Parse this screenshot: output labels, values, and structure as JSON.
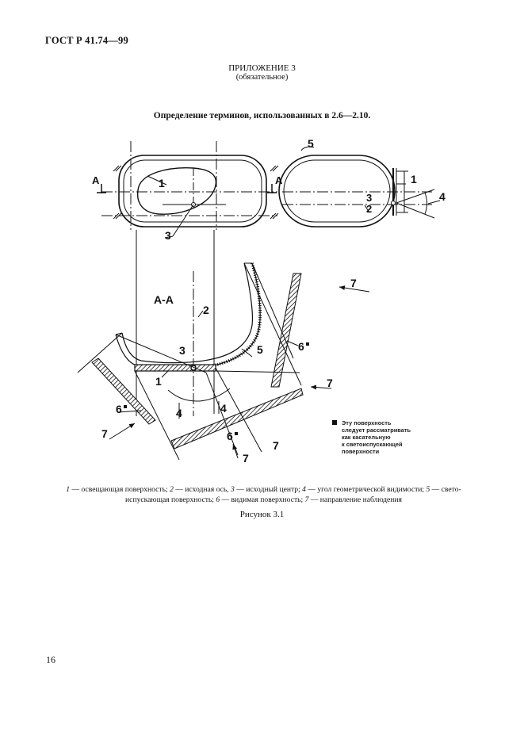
{
  "page": {
    "header": "ГОСТ Р 41.74—99",
    "appendix_title": "ПРИЛОЖЕНИЕ 3",
    "appendix_subtitle": "(обязательное)",
    "section_title": "Определение терминов, использованных в 2.6—2.10.",
    "figure_label": "Рисунок 3.1",
    "page_number": "16"
  },
  "figure": {
    "section_mark": "A",
    "section_label": "A-A",
    "numbers": {
      "n1": "1",
      "n2": "2",
      "n3": "3",
      "n4": "4",
      "n5": "5",
      "n6": "6",
      "n7": "7"
    },
    "note_lines": [
      "Эту поверхность",
      "следует рассматривать",
      "как касательную",
      "к светоиспускающей",
      "поверхности"
    ]
  },
  "caption": {
    "n1": "1",
    "t1": " — освещающая поверхность; ",
    "n2": "2",
    "t2": " — исходная ось, ",
    "n3": "3",
    "t3": " — исходный центр; ",
    "n4": "4",
    "t4": " — угол геометрической видимости; ",
    "n5": "5",
    "t5": " — свето-",
    "t5b": "испускающая поверхность; ",
    "n6": "6",
    "t6": " — видимая поверхность; ",
    "n7": "7",
    "t7": " — направление наблюдения"
  }
}
